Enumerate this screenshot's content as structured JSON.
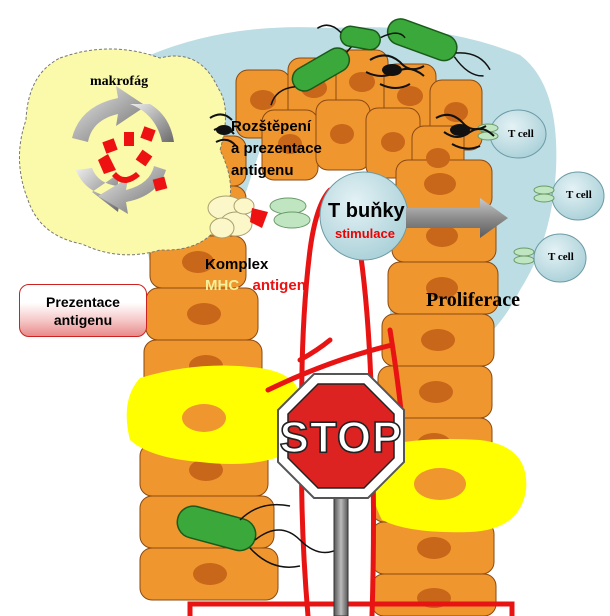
{
  "labels": {
    "makrofag": "makrofág",
    "rozstepeni_line1": "Rozštěpení",
    "rozstepeni_line2": "a prezentace",
    "rozstepeni_line3": "antigenu",
    "t_bunky": "T buňky",
    "stimulace": "stimulace",
    "komplex": "Komplex",
    "mhc": "MHC",
    "dash": " - ",
    "antigen": "antigen",
    "proliferace": "Proliferace",
    "t_cell": "T cell",
    "stop": "STOP"
  },
  "prezentace_box": {
    "line1": "Prezentace",
    "line2": "antigenu"
  },
  "colors": {
    "epithelial_cell": "#f0962e",
    "nucleus": "#c8661a",
    "lumen": "#bcdde3",
    "macrophage": "#fafaaa",
    "bacteria": "#3aa83a",
    "blood_vessel": "#e81414",
    "t_cell": "#bcdde3",
    "inflammation": "#ffff00",
    "stop_sign": "#dd2222"
  },
  "icons": {
    "stop_sign": "stop-sign-icon",
    "recycle_arrows": "recycle-arrows-icon",
    "right_arrow": "right-arrow-icon"
  }
}
